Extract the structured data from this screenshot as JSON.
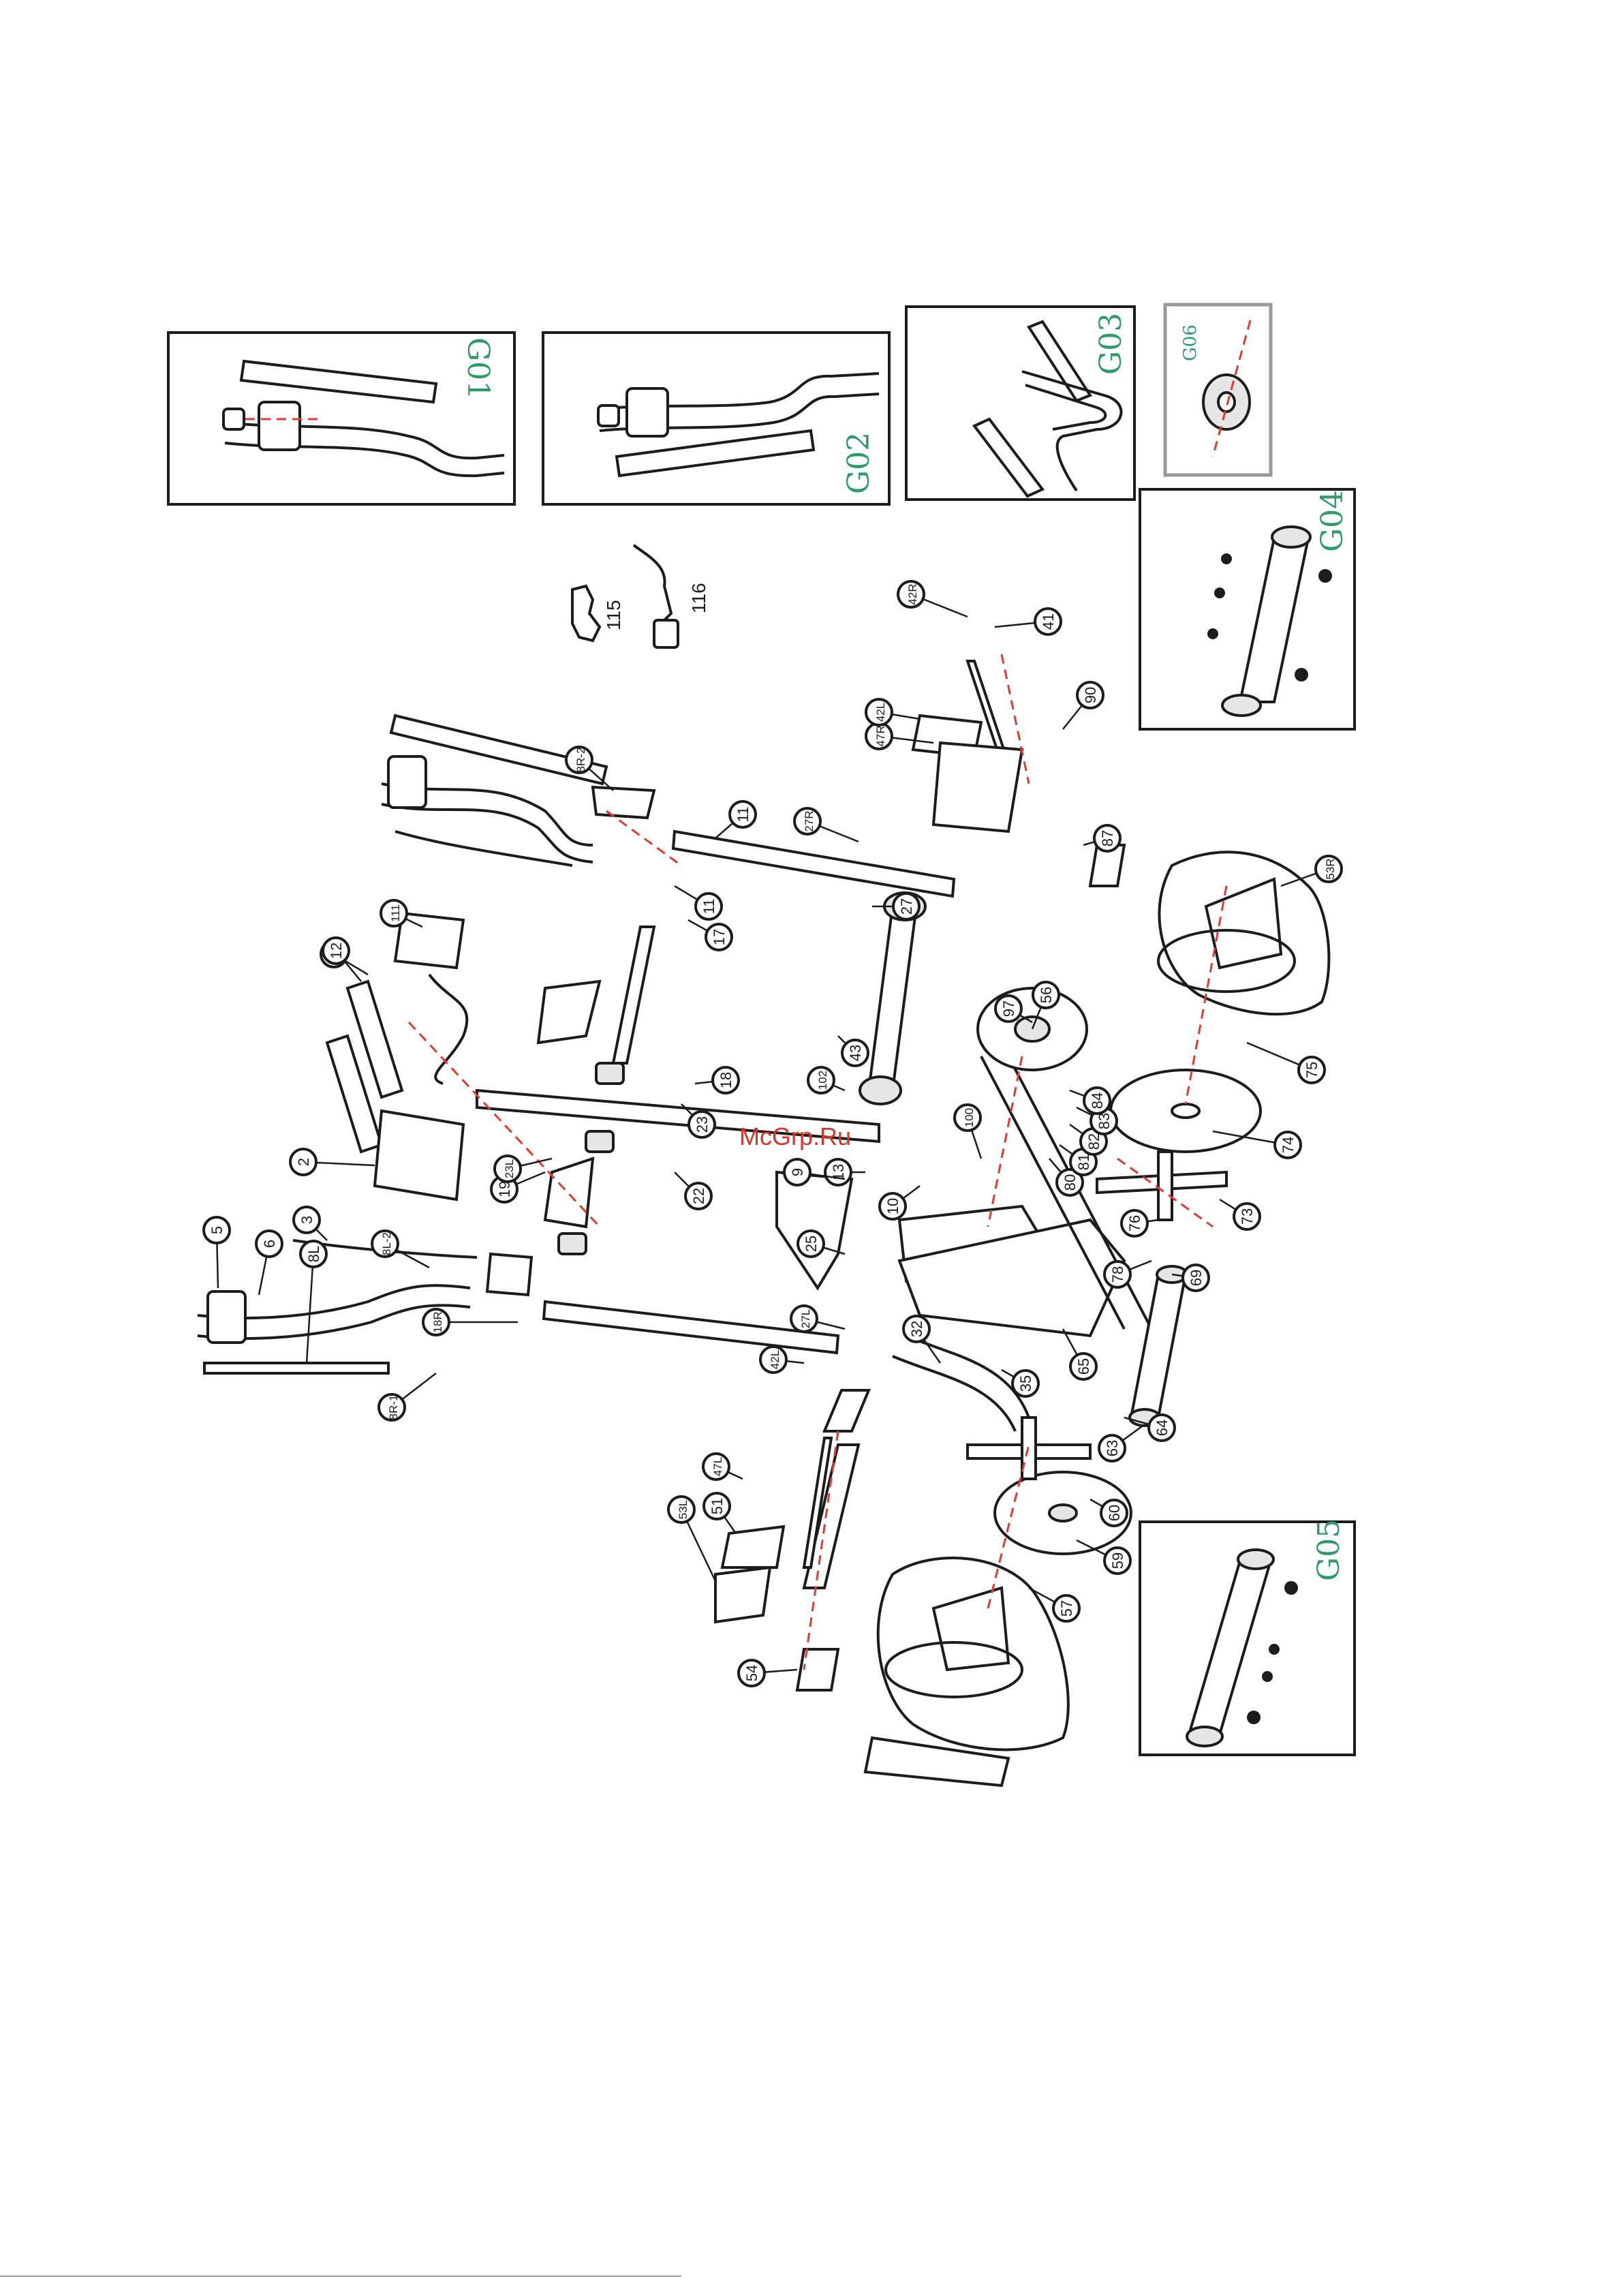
{
  "watermark": {
    "text": "McGrp.Ru",
    "color": "#d8342a"
  },
  "colors": {
    "line": "#1c1c1c",
    "dashed_axis": "#e23a2e",
    "inset_label": "#2e9a6a",
    "highlight_bolt": "#2fa36b"
  },
  "insets": [
    {
      "id": "G01",
      "label": "G01"
    },
    {
      "id": "G02",
      "label": "G02"
    },
    {
      "id": "G03",
      "label": "G03"
    },
    {
      "id": "G06",
      "label": "G06"
    },
    {
      "id": "G04",
      "label": "G04"
    },
    {
      "id": "G05",
      "label": "G05"
    }
  ],
  "tool_labels": [
    "115",
    "116"
  ],
  "callouts": [
    "42R",
    "41",
    "47R",
    "42L",
    "90",
    "87",
    "53R",
    "75",
    "74",
    "73",
    "76",
    "69",
    "78",
    "80",
    "81",
    "82",
    "83",
    "84",
    "65",
    "64",
    "63",
    "60",
    "59",
    "57",
    "56",
    "97",
    "100",
    "102",
    "10",
    "13",
    "9",
    "22",
    "23",
    "32",
    "35",
    "27R",
    "27L",
    "27",
    "25",
    "17",
    "11",
    "18",
    "19",
    "23L",
    "1",
    "2",
    "3",
    "5",
    "6",
    "8L",
    "8L-2",
    "8R-1",
    "8R-2",
    "11",
    "18R",
    "111",
    "12",
    "43",
    "42L",
    "47L",
    "51",
    "53L",
    "54"
  ]
}
